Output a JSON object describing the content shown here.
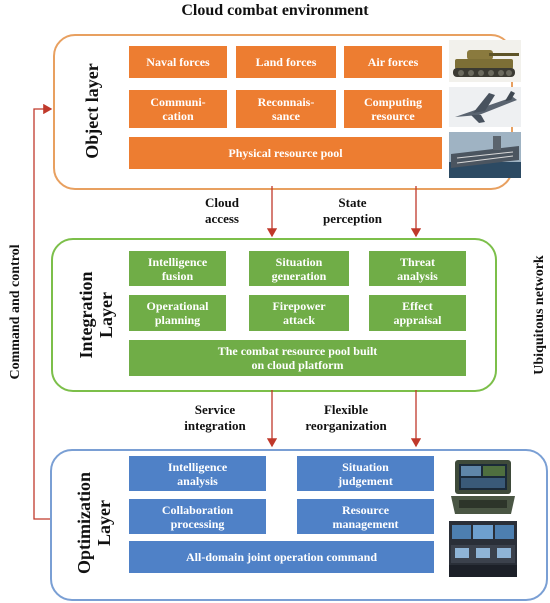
{
  "title": "Cloud combat environment",
  "object_layer": {
    "label": "Object layer",
    "boxes": [
      "Naval forces",
      "Land forces",
      "Air forces",
      "Communi-\ncation",
      "Reconnais-\nsance",
      "Computing\nresource"
    ],
    "pool": "Physical resource pool"
  },
  "integration_layer": {
    "label": "Integration\nLayer",
    "boxes": [
      "Intelligence\nfusion",
      "Situation\ngeneration",
      "Threat\nanalysis",
      "Operational\nplanning",
      "Firepower\nattack",
      "Effect\nappraisal"
    ],
    "pool": "The combat resource pool built\non cloud platform"
  },
  "optimization_layer": {
    "label": "Optimization\nLayer",
    "boxes": [
      "Intelligence\nanalysis",
      "Situation\njudgement",
      "Collaboration\nprocessing",
      "Resource\nmanagement"
    ],
    "pool": "All-domain joint operation command"
  },
  "edges": {
    "cloud_access": "Cloud\naccess",
    "state_perception": "State\nperception",
    "service_integration": "Service\nintegration",
    "flexible_reorganization": "Flexible\nreorganization"
  },
  "side": {
    "left": "Command and control",
    "right": "Ubiquitous network"
  },
  "images": [
    "tank-image",
    "fighter-jet-image",
    "aircraft-carrier-image",
    "rugged-laptop-image",
    "command-console-image"
  ],
  "colors": {
    "object": "#ed7d31",
    "integration": "#70ad47",
    "optimization": "#4f81c7",
    "arrow": "#c0392b"
  }
}
